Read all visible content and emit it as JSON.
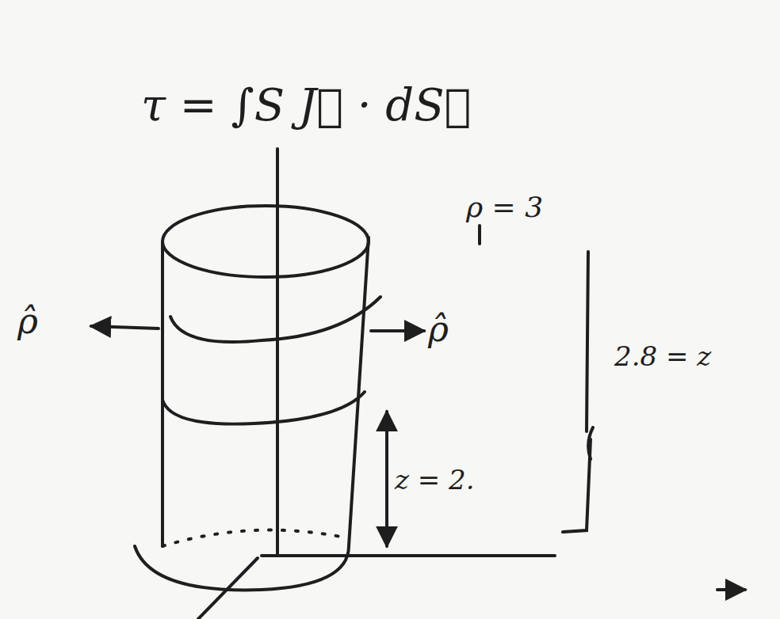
{
  "diagram": {
    "labels": [
      "τ = ∫S J⃗ · dS⃗",
      "ρ = 3",
      "ρ̂",
      "ρ̂",
      "2.8 = z",
      "z = 2."
    ]
  }
}
